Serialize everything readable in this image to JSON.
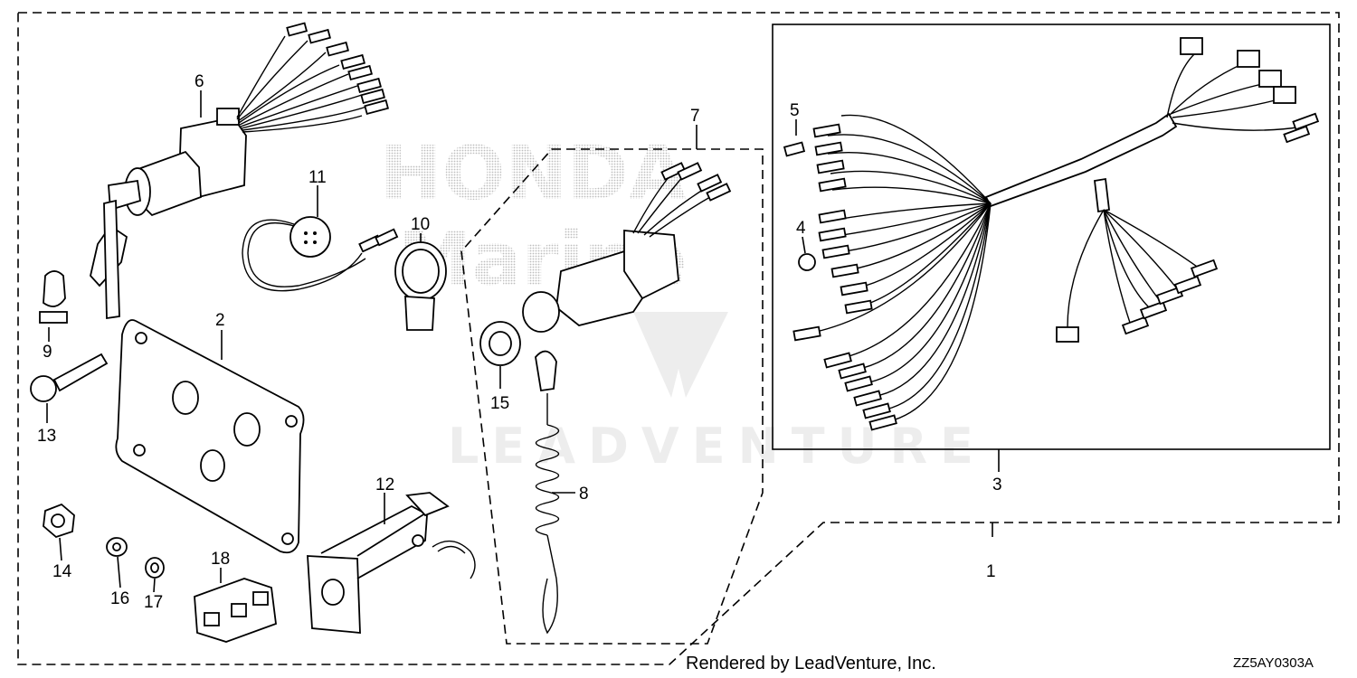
{
  "diagram": {
    "callouts": [
      "1",
      "2",
      "3",
      "4",
      "5",
      "6",
      "7",
      "8",
      "9",
      "10",
      "11",
      "12",
      "13",
      "14",
      "15",
      "16",
      "17",
      "18"
    ],
    "footer_text": "Rendered by LeadVenture, Inc.",
    "diagram_code": "ZZ5AY0303A",
    "watermark_text": "LEADVENTURE",
    "watermark_logo": "HONDA",
    "watermark_sub": "Marine"
  },
  "icons": {
    "watermark_logo": "leadventure-v-logo-icon"
  }
}
